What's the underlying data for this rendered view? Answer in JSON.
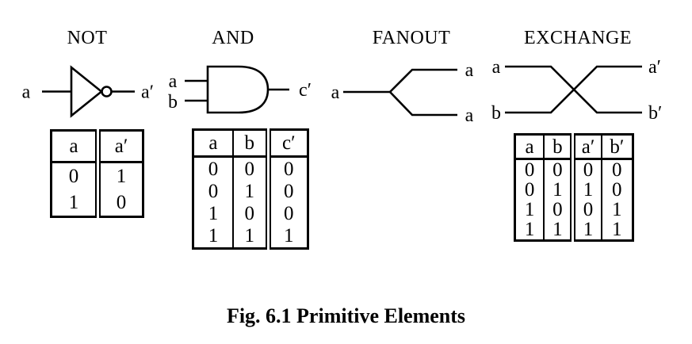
{
  "titles": {
    "not": "NOT",
    "and": "AND",
    "fanout": "FANOUT",
    "exchange": "EXCHANGE"
  },
  "gates": {
    "not": {
      "input": "a",
      "output": "a′"
    },
    "and": {
      "input1": "a",
      "input2": "b",
      "output": "c′"
    },
    "fanout": {
      "input": "a",
      "output1": "a",
      "output2": "a"
    },
    "exchange": {
      "input1": "a",
      "input2": "b",
      "output1": "a′",
      "output2": "b′"
    }
  },
  "tables": {
    "not": {
      "headers": [
        "a",
        "a′"
      ],
      "rows": [
        [
          "0",
          "1"
        ],
        [
          "1",
          "0"
        ]
      ]
    },
    "and": {
      "headers": [
        "a",
        "b",
        "c′"
      ],
      "rows": [
        [
          "0",
          "0",
          "0"
        ],
        [
          "0",
          "1",
          "0"
        ],
        [
          "1",
          "0",
          "0"
        ],
        [
          "1",
          "1",
          "1"
        ]
      ]
    },
    "exchange": {
      "headers": [
        "a",
        "b",
        "a′",
        "b′"
      ],
      "rows": [
        [
          "0",
          "0",
          "0",
          "0"
        ],
        [
          "0",
          "1",
          "1",
          "0"
        ],
        [
          "1",
          "0",
          "0",
          "1"
        ],
        [
          "1",
          "1",
          "1",
          "1"
        ]
      ]
    }
  },
  "caption": "Fig. 6.1 Primitive Elements",
  "colors": {
    "ink": "#000000",
    "paper": "#ffffff"
  }
}
